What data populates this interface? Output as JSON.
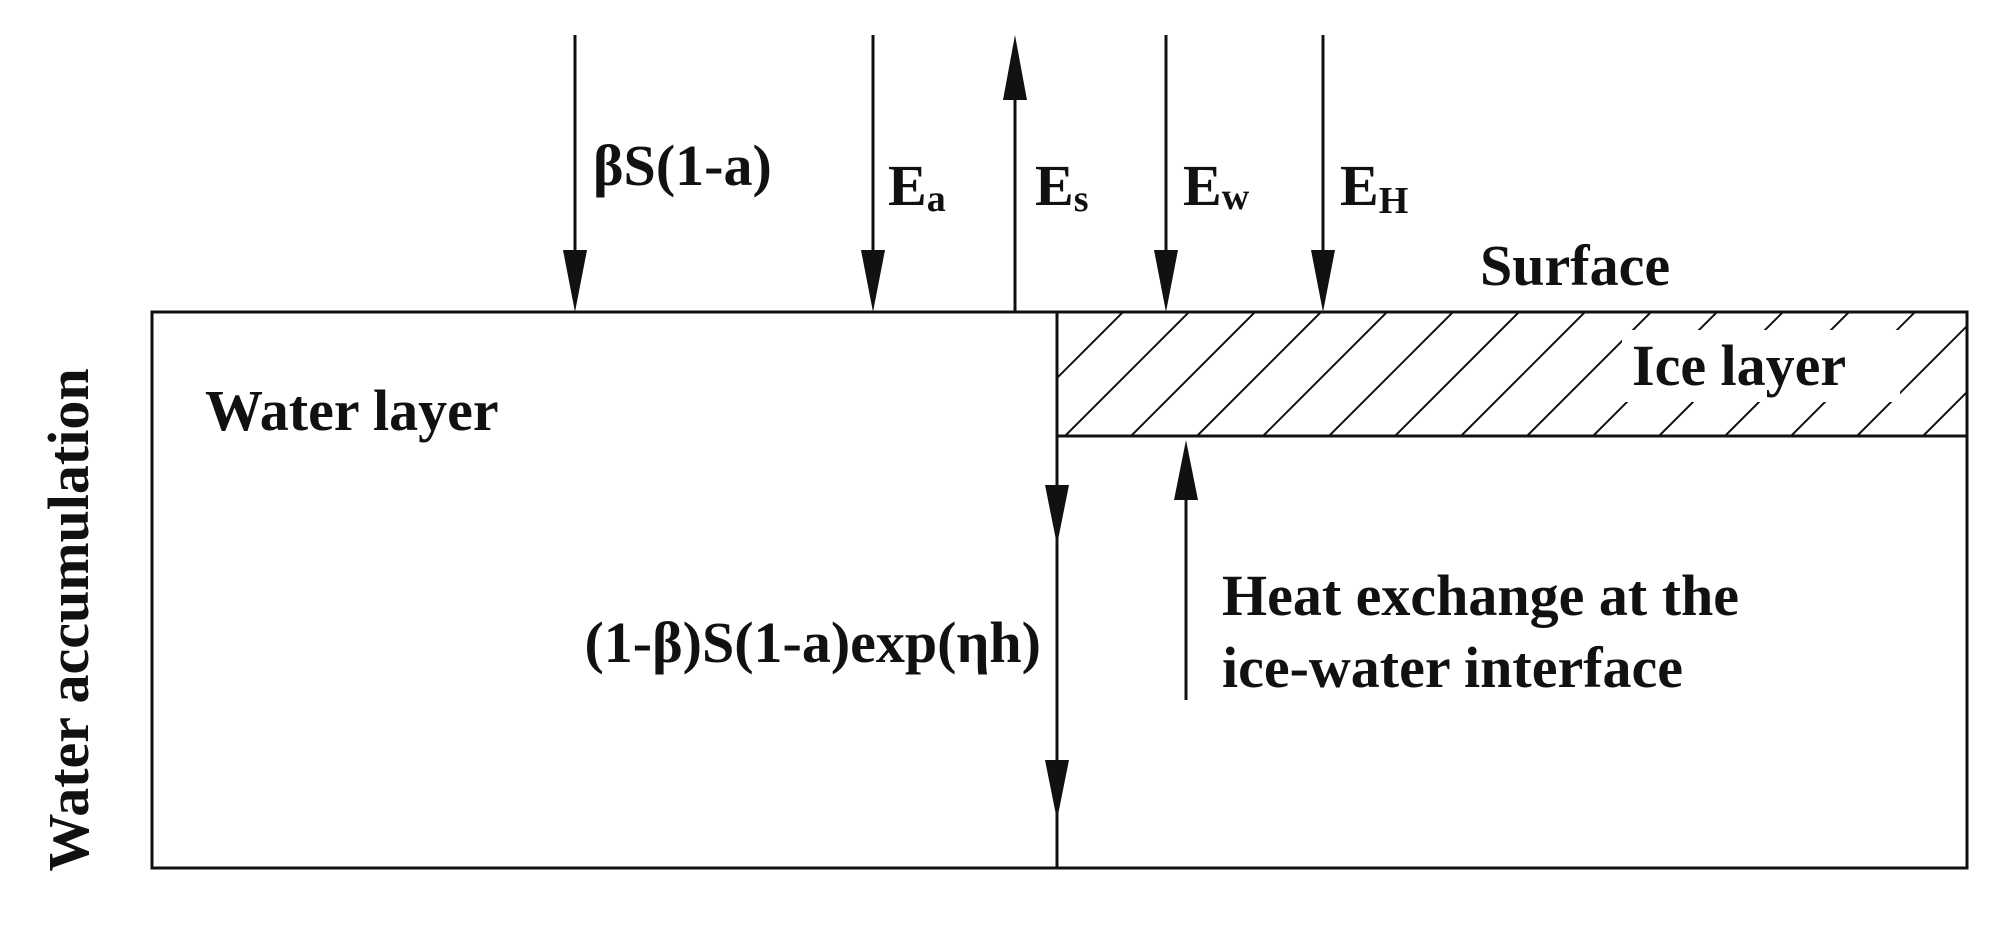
{
  "labels": {
    "beta_s": "βS(1-a)",
    "ea_main": "E",
    "ea_sub": "a",
    "es_main": "E",
    "es_sub": "s",
    "ew_main": "E",
    "ew_sub": "w",
    "eh_main": "E",
    "eh_sub": "H",
    "surface": "Surface",
    "ice_layer": "Ice layer",
    "water_layer": "Water layer",
    "penetration": "(1-β)S(1-a)exp(ηh)",
    "heat_exchange_line1": "Heat exchange at the",
    "heat_exchange_line2": "ice-water interface",
    "water_accumulation": "Water accumulation"
  },
  "colors": {
    "ink": "#111111",
    "background": "#ffffff"
  }
}
